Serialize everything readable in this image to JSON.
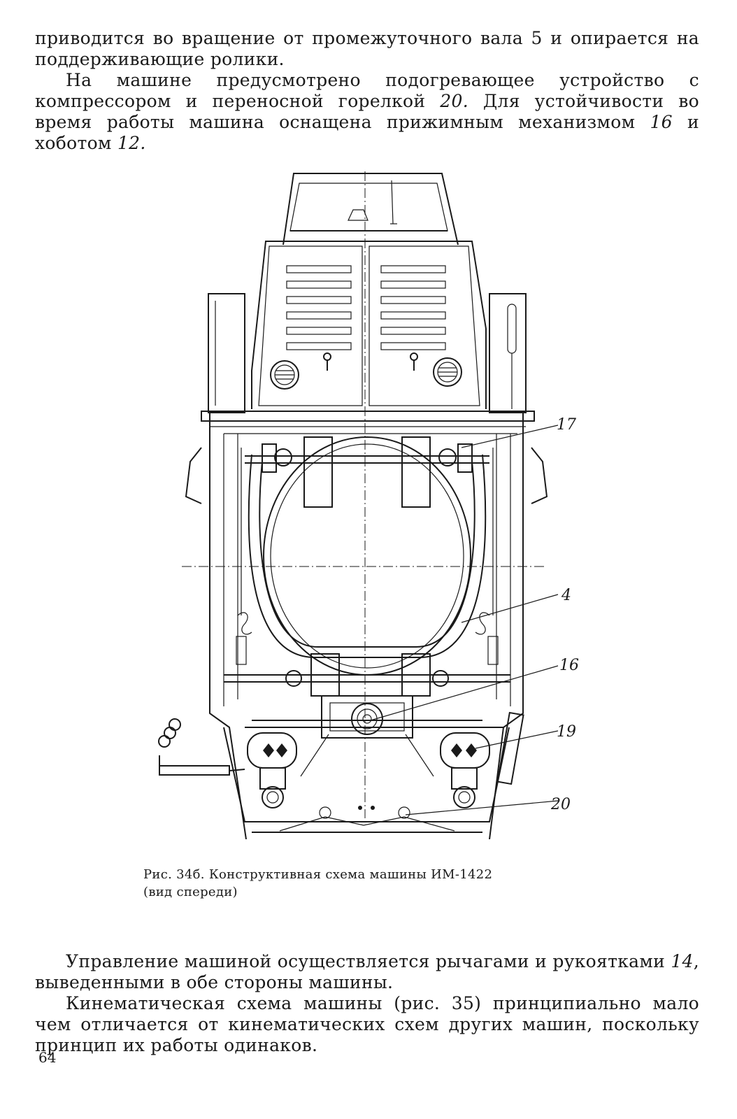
{
  "paragraphs": {
    "p1": "приводится во вращение от промежуточного вала 5 и опирается на поддерживающие ролики.",
    "p2": {
      "a": "На машине предусмотрено подогревающее устройство с компрессором и переносной горелкой ",
      "ref1": "20.",
      "b": " Для устойчивости во время работы машина оснащена прижимным механизмом ",
      "ref2": "16",
      "c": " и хоботом ",
      "ref3": "12."
    },
    "p3": {
      "a": "Управление машиной осуществляется рычагами и рукоятками ",
      "ref1": "14",
      "b": ", выведенными в обе стороны машины."
    },
    "p4": "Кинематическая схема машины (рис. 35) принципиально мало чем отличается от кинематических схем других машин, поскольку принцип их работы одинаков."
  },
  "figure": {
    "callouts": [
      "17",
      "4",
      "16",
      "19",
      "20"
    ],
    "caption_line1": "Рис. 34б. Конструктивная схема машины ИМ-1422",
    "caption_line2": "(вид спереди)"
  },
  "page_number": "64"
}
